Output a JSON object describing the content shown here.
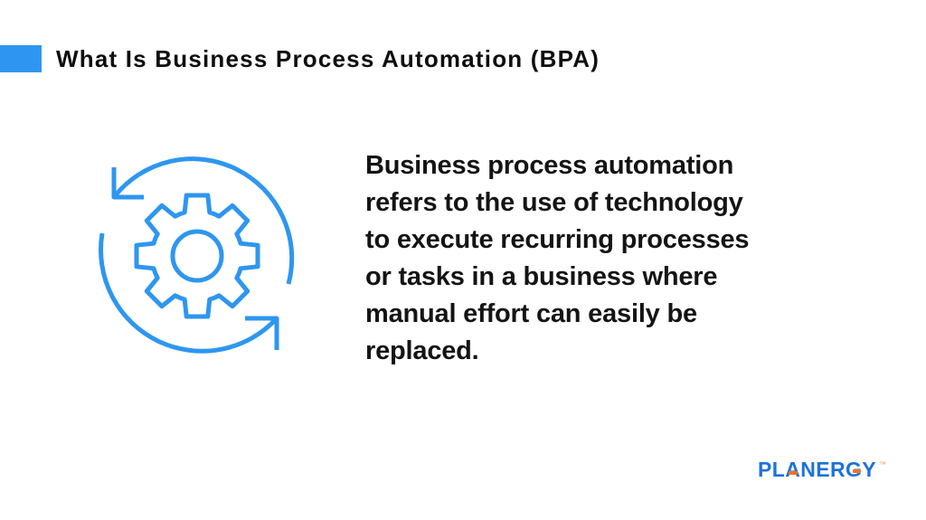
{
  "title": {
    "text": "What Is Business Process Automation (BPA)",
    "accent_color": "#2E96F0",
    "text_color": "#0e0e0e"
  },
  "definition": {
    "lines": [
      "Business process automation",
      "refers to the use of technology",
      "to execute recurring processes",
      "or tasks in a business where",
      "manual effort can easily be",
      "replaced."
    ],
    "text_color": "#141414"
  },
  "icon": {
    "name": "gear-cycle-icon",
    "color": "#2E96F0"
  },
  "logo": {
    "text": "PLANERGY",
    "trademark": "™",
    "blue": "#1D72DC",
    "orange": "#F4731F"
  }
}
